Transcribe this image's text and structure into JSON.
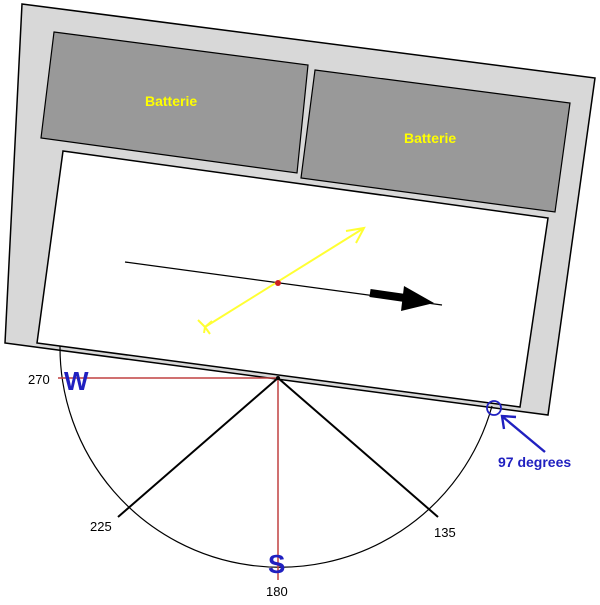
{
  "batteries": [
    {
      "label": "Batterie"
    },
    {
      "label": "Batterie"
    }
  ],
  "compass": {
    "west_label": "W",
    "south_label": "S",
    "ticks": [
      {
        "value": "270"
      },
      {
        "value": "225"
      },
      {
        "value": "180"
      },
      {
        "value": "135"
      }
    ]
  },
  "annotation": {
    "text": "97 degrees",
    "angle_deg": 97
  },
  "colors": {
    "frame": "#d8d8d8",
    "battery": "#999999",
    "battery_label": "#ffff00",
    "compass_letters": "#2020c0",
    "reference_lines": "#c04040",
    "annotation": "#2020c0",
    "yellow_arrow": "#ffff33",
    "heading_arrow": "#000000",
    "center_dot": "#cc2020"
  },
  "icons": {
    "heading": "thick-arrow-right",
    "sun_ray": "yellow-arrow",
    "marker": "circle-marker"
  }
}
